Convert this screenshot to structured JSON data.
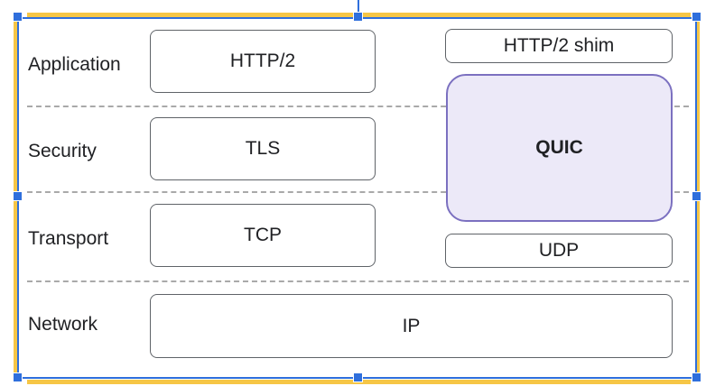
{
  "layers": {
    "application": "Application",
    "security": "Security",
    "transport": "Transport",
    "network": "Network"
  },
  "stack_left": {
    "application": "HTTP/2",
    "security": "TLS",
    "transport": "TCP"
  },
  "stack_right": {
    "shim": "HTTP/2 shim",
    "quic": "QUIC",
    "udp": "UDP"
  },
  "network": {
    "ip": "IP"
  },
  "colors": {
    "selection_yellow": "#f6c646",
    "selection_blue": "#2f6fdc",
    "quic_fill": "#ece9f8",
    "quic_border": "#7b70c0",
    "separator": "#a9a9a9"
  }
}
